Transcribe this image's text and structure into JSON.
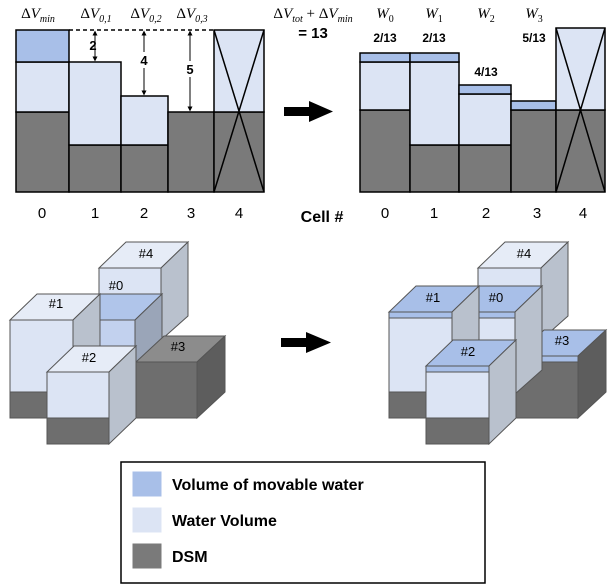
{
  "colors": {
    "movable_water": "#a8bfe8",
    "water_volume": "#dce4f4",
    "dsm": "#7a7a7a",
    "stroke": "#000000"
  },
  "top_left": {
    "headers": [
      "ΔV_min",
      "ΔV_0,1",
      "ΔV_0,2",
      "ΔV_0,3"
    ],
    "equation": "ΔV_tot + ΔV_min",
    "equation_value": "= 13",
    "gap_labels": [
      "2",
      "4",
      "5"
    ],
    "cell_ticks": [
      "0",
      "1",
      "2",
      "3",
      "4"
    ]
  },
  "axis_label": "Cell #",
  "top_right": {
    "headers": [
      "W_0",
      "W_1",
      "W_2",
      "W_3"
    ],
    "fractions": [
      "2/13",
      "2/13",
      "4/13",
      "5/13"
    ],
    "cell_ticks": [
      "0",
      "1",
      "2",
      "3",
      "4"
    ]
  },
  "blocks_left": [
    "#4",
    "#0",
    "#1",
    "#2",
    "#3"
  ],
  "blocks_right": [
    "#4",
    "#1",
    "#0",
    "#2",
    "#3"
  ],
  "legend": {
    "items": [
      {
        "label": "Volume of movable water",
        "swatch": "movable_water"
      },
      {
        "label": "Water Volume",
        "swatch": "water_volume"
      },
      {
        "label": "DSM",
        "swatch": "dsm"
      }
    ]
  }
}
